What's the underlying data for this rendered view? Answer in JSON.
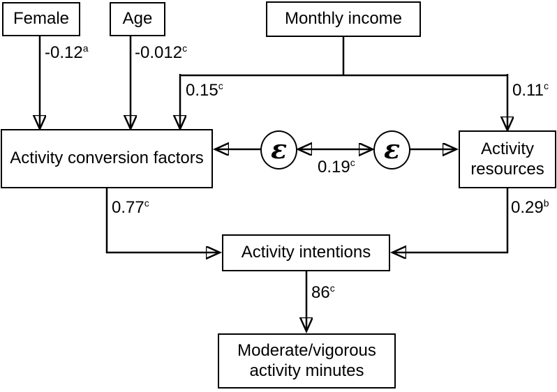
{
  "nodes": {
    "female": "Female",
    "age": "Age",
    "monthly_income": "Monthly income",
    "activity_conversion_factors": "Activity conversion factors",
    "activity_resources": "Activity resources",
    "activity_intentions": "Activity intentions",
    "outcome": "Moderate/vigorous activity minutes"
  },
  "error_terms": {
    "left": "ε",
    "right": "ε"
  },
  "edges": {
    "female_to_conversion": {
      "value": "-0.12",
      "sup": "a"
    },
    "age_to_conversion": {
      "value": "-0.012",
      "sup": "c"
    },
    "income_to_conversion": {
      "value": "0.15",
      "sup": "c"
    },
    "income_to_resources": {
      "value": "0.11",
      "sup": "c"
    },
    "error_covariance": {
      "value": "0.19",
      "sup": "c"
    },
    "conversion_to_intentions": {
      "value": "0.77",
      "sup": "c"
    },
    "resources_to_intentions": {
      "value": "0.29",
      "sup": "b"
    },
    "intentions_to_outcome": {
      "value": "86",
      "sup": "c"
    }
  },
  "colors": {
    "line": "#000000",
    "background": "#ffffff",
    "text": "#000000"
  }
}
